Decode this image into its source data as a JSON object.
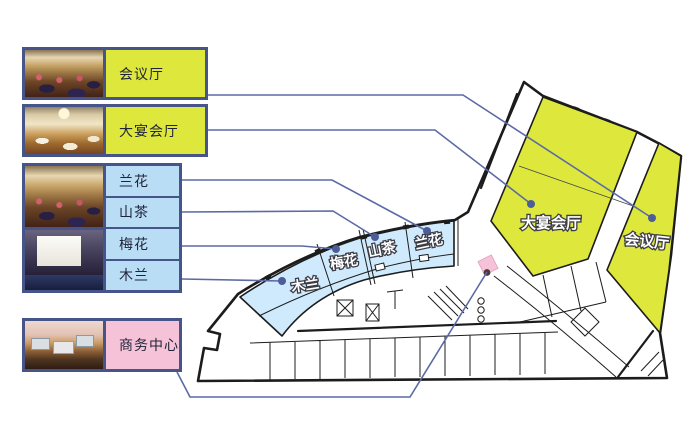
{
  "colors": {
    "hall_yellow": "#dde73c",
    "legend_room_blue": "#b9ddf4",
    "plan_room_blue": "#cfeafc",
    "business_pink": "#f6c2d8",
    "frame_navy": "#46548a",
    "connector_blue": "#5b6aa5",
    "wall_black": "#1c1c1c"
  },
  "legend": {
    "conference": {
      "label": "会议厅"
    },
    "banquet": {
      "label": "大宴会厅"
    },
    "orchid": {
      "label": "兰花"
    },
    "camellia": {
      "label": "山茶"
    },
    "plum": {
      "label": "梅花"
    },
    "magnolia": {
      "label": "木兰"
    },
    "business": {
      "label": "商务中心"
    }
  },
  "plan": {
    "banquet": {
      "label": "大宴会厅"
    },
    "conference": {
      "label": "会议厅"
    },
    "orchid": {
      "label": "兰花"
    },
    "camellia": {
      "label": "山茶"
    },
    "plum": {
      "label": "梅花"
    },
    "magnolia": {
      "label": "木兰"
    }
  }
}
